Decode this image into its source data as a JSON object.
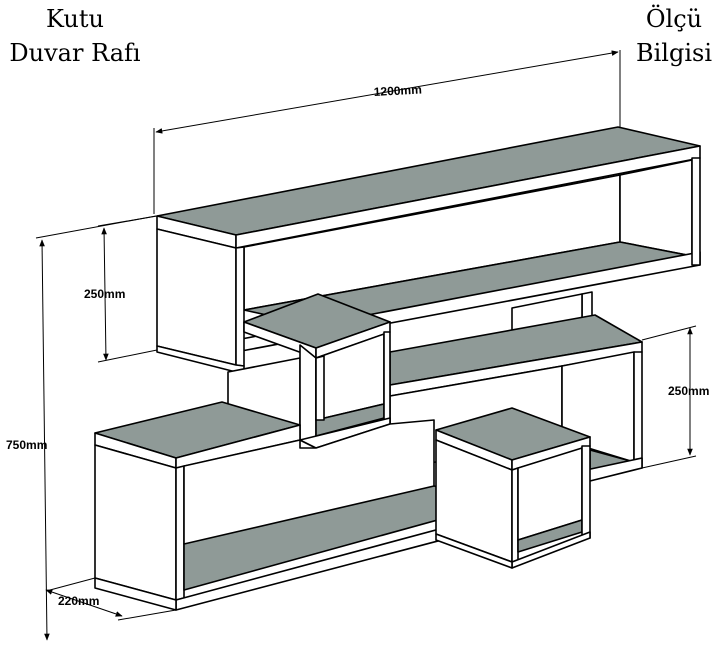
{
  "title_left": {
    "line1": "Kutu",
    "line2": "Duvar Rafı"
  },
  "title_right": {
    "line1": "Ölçü",
    "line2": "Bilgisi"
  },
  "dimensions": {
    "width": "1200mm",
    "height_total": "750mm",
    "top_section_height": "250mm",
    "right_section_height": "250mm",
    "depth": "220mm"
  },
  "colors": {
    "shelf_top": "#8f9a97",
    "panel_face": "#ffffff",
    "outline": "#000000"
  }
}
